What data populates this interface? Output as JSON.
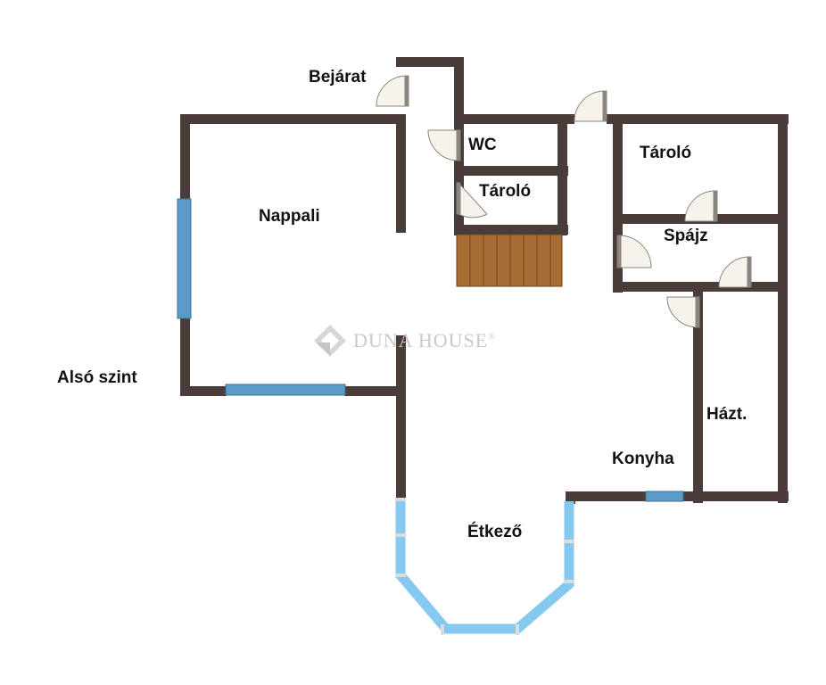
{
  "level_label": "Alsó szint",
  "rooms": {
    "entrance": "Bejárat",
    "living": "Nappali",
    "wc": "WC",
    "storage_small": "Tároló",
    "storage_large": "Tároló",
    "pantry": "Spájz",
    "utility": "Házt.",
    "kitchen": "Konyha",
    "dining": "Étkező"
  },
  "watermark": {
    "brand": "DUNA HOUSE",
    "registered": "®",
    "logo": "diamond-logo-icon"
  },
  "colors": {
    "wall": "#4a3c38",
    "window": "#5b9bc6",
    "bay_window": "#86c9ee",
    "stairs": "#a86d35",
    "door_fill": "#f6f3ec"
  }
}
